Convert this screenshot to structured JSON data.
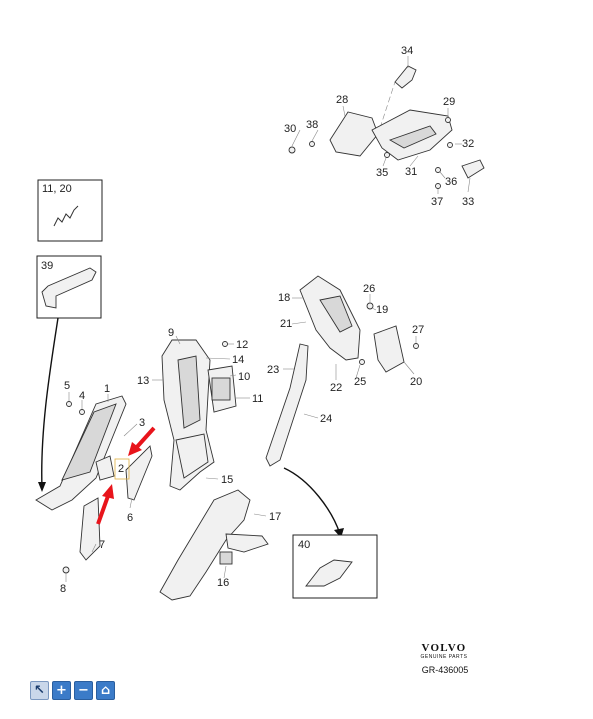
{
  "callouts": {
    "c1": "1",
    "c2": "2",
    "c3": "3",
    "c4": "4",
    "c5": "5",
    "c6": "6",
    "c7": "7",
    "c8": "8",
    "c9": "9",
    "c10": "10",
    "c11": "11",
    "c12": "12",
    "c13": "13",
    "c14": "14",
    "c15": "15",
    "c16": "16",
    "c17": "17",
    "c18": "18",
    "c19": "19",
    "c20": "20",
    "c21": "21",
    "c22": "22",
    "c23": "23",
    "c24": "24",
    "c25": "25",
    "c26": "26",
    "c27": "27",
    "c28": "28",
    "c29": "29",
    "c30": "30",
    "c31": "31",
    "c32": "32",
    "c33": "33",
    "c34": "34",
    "c35": "35",
    "c36": "36",
    "c37": "37",
    "c38": "38",
    "c39": "39",
    "c40": "40",
    "c1120": "11, 20"
  },
  "brand": {
    "name": "VOLVO",
    "tagline": "GENUINE PARTS",
    "reference": "GR-436005"
  },
  "arrows": {
    "color": "#e8141b"
  },
  "toolbar": {
    "items": [
      {
        "icon": "cursor-icon",
        "glyph": "↖"
      },
      {
        "icon": "zoom-in-icon",
        "glyph": "+"
      },
      {
        "icon": "zoom-out-icon",
        "glyph": "−"
      },
      {
        "icon": "home-icon",
        "glyph": "⌂"
      }
    ]
  }
}
